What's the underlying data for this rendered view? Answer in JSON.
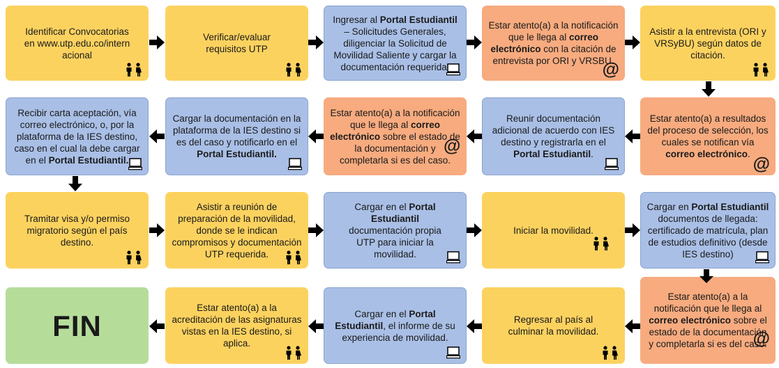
{
  "steps": {
    "s1": {
      "text": "Identificar Convocatorias en www.utp.edu.co/internacional",
      "icon": "people-icon"
    },
    "s2": {
      "text": "Verificar/evaluar requisitos UTP",
      "icon": "people-icon"
    },
    "s3": {
      "pre": "Ingresar al ",
      "bold": "Portal Estudiantil",
      "post": " – Solicitudes Generales, diligenciar la Solicitud de Movilidad Saliente y cargar la documentación requerida.",
      "icon": "computer-icon"
    },
    "s4": {
      "pre": "Estar atento(a) a la notificación que le llega al ",
      "bold": "correo electrónico",
      "post": " con la citación de entrevista por ORI y VRSBU.",
      "icon": "at-icon"
    },
    "s5": {
      "text": "Asistir a la entrevista (ORI y VRSyBU) según datos de citación.",
      "icon": "people-icon"
    },
    "s6": {
      "pre": "Estar atento(a) a resultados del proceso de selección, los cuales se notifican vía ",
      "bold": "correo electrónico",
      "post": ".",
      "icon": "at-icon"
    },
    "s7": {
      "pre": "Reunir documentación adicional de acuerdo con IES destino y registrarla en el ",
      "bold": "Portal Estudiantil",
      "post": ".",
      "icon": "computer-icon"
    },
    "s8": {
      "pre": "Estar atento(a) a la notificación que le llega al ",
      "bold": "correo electrónico",
      "post": " sobre el estado de la documentación y completarla si es del caso.",
      "icon": "at-icon"
    },
    "s9": {
      "pre": "Cargar la documentación en la plataforma de la IES destino si es del caso y notificarlo en el ",
      "bold": "Portal Estudiantil.",
      "post": "",
      "icon": "computer-icon"
    },
    "s10": {
      "pre": "Recibir carta aceptación, vía correo electrónico, o, por la plataforma de la IES destino, caso en el cual la debe cargar en el ",
      "bold": "Portal Estudiantil.",
      "post": "",
      "icon": "computer-icon"
    },
    "s11": {
      "text": "Tramitar visa y/o permiso migratorio según el país destino.",
      "icon": "people-icon"
    },
    "s12": {
      "text": "Asistir a reunión de preparación de la movilidad, donde se le indican compromisos y documentación UTP requerida.",
      "icon": "people-icon"
    },
    "s13": {
      "pre": "Cargar en el ",
      "bold": "Portal Estudiantil",
      "post": " documentación propia UTP para iniciar la movilidad.",
      "icon": "computer-icon"
    },
    "s14": {
      "text": "Iniciar la movilidad.",
      "icon": "people-icon"
    },
    "s15": {
      "pre": "Cargar en ",
      "bold": "Portal Estudiantil",
      "post": " documentos de llegada: certificado de matrícula, plan de estudios definitivo (desde IES destino)",
      "icon": "computer-icon"
    },
    "s16": {
      "pre": "Estar atento(a) a la notificación que le llega al ",
      "bold": "correo electrónico",
      "post": " sobre el estado de la documentación y completarla si es del caso.",
      "icon": "at-icon"
    },
    "s17": {
      "text": "Regresar al país al culminar la movilidad.",
      "icon": "people-icon"
    },
    "s18": {
      "pre": "Cargar en el ",
      "bold": "Portal Estudiantil",
      "post": ", el informe de su experiencia de movilidad.",
      "icon": "computer-icon"
    },
    "s19": {
      "text": "Estar atento(a) a la acreditación de las asignaturas vistas en la IES destino, si aplica.",
      "icon": "people-icon"
    },
    "fin": {
      "text": "FIN"
    }
  },
  "icons": {
    "at_symbol": "@"
  },
  "colors": {
    "yellow": "#fcd25f",
    "blue": "#a9bfe6",
    "orange": "#f7ab7f",
    "green": "#b6dc9a",
    "arrow": "#000000"
  }
}
